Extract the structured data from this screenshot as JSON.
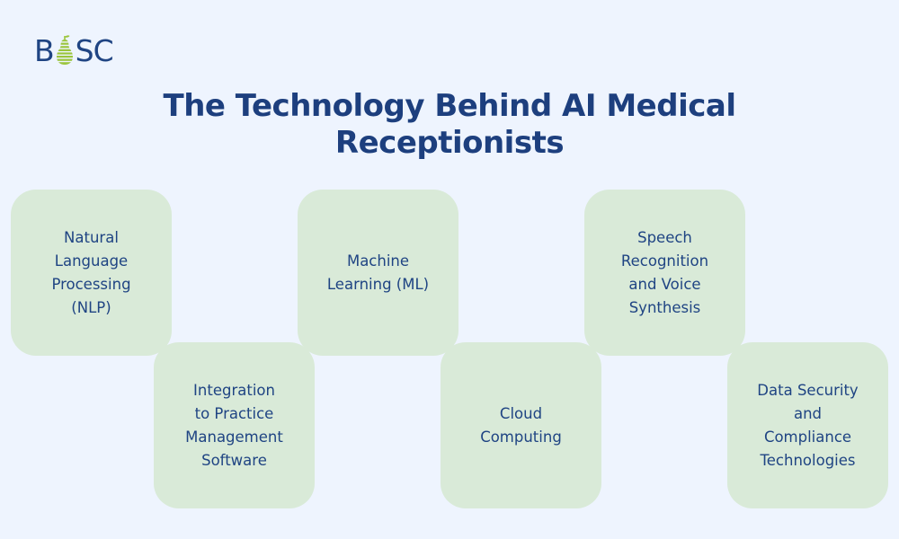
{
  "logo": {
    "text_before": "B",
    "text_after": "SC",
    "icon": "pear-icon",
    "colors": {
      "text": "#1F4483",
      "pear": "#9BC53D"
    }
  },
  "title": {
    "line1": "The Technology Behind AI Medical",
    "line2": "Receptionists"
  },
  "cards": [
    {
      "label": "Natural\nLanguage\nProcessing\n(NLP)"
    },
    {
      "label": "Integration\nto Practice\nManagement\nSoftware"
    },
    {
      "label": "Machine\nLearning (ML)"
    },
    {
      "label": "Cloud\nComputing"
    },
    {
      "label": "Speech\nRecognition\nand Voice\nSynthesis"
    },
    {
      "label": "Data Security\nand\nCompliance\nTechnologies"
    }
  ],
  "colors": {
    "background": "#EEF4FE",
    "card": "#D9EAD8",
    "text": "#1F4483",
    "title": "#1D3F7E"
  }
}
